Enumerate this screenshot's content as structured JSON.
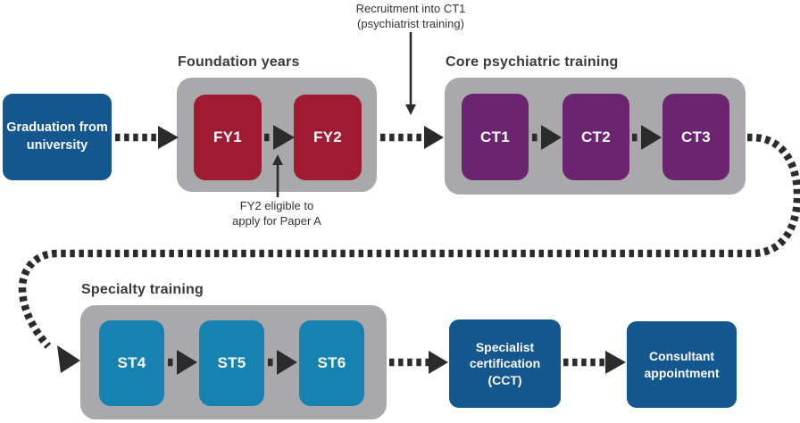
{
  "colors": {
    "dark_blue": "#14578f",
    "crimson": "#9e1b32",
    "purple": "#6b2470",
    "teal": "#1781b2",
    "container_gray": "#a9a9ac",
    "arrow_dark": "#2b2b2b",
    "title_text": "#3a3a3c",
    "annotation_text": "#333333",
    "page_bg": "#ffffff"
  },
  "nodes": {
    "graduation": {
      "label": "Graduation from university"
    },
    "specialist_certification": {
      "label": "Specialist certification (CCT)"
    },
    "consultant": {
      "label": "Consultant appointment"
    }
  },
  "groups": [
    {
      "title": "Foundation years",
      "stages": [
        "FY1",
        "FY2"
      ]
    },
    {
      "title": "Core psychiatric training",
      "stages": [
        "CT1",
        "CT2",
        "CT3"
      ]
    },
    {
      "title": "Specialty training",
      "stages": [
        "ST4",
        "ST5",
        "ST6"
      ]
    }
  ],
  "annotations": {
    "recruitment": {
      "line1": "Recruitment into CT1",
      "line2": "(psychiatrist training)"
    },
    "paper_a": {
      "line1": "FY2 eligible to",
      "line2": "apply for Paper A"
    }
  }
}
